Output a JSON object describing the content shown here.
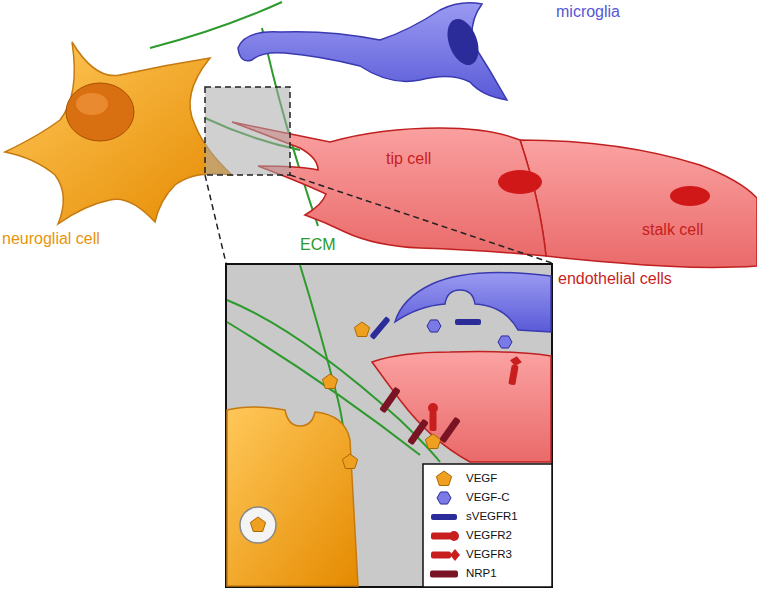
{
  "diagram": {
    "nodes": [
      {
        "text": [
          "neuroglial cell"
        ]
      },
      {
        "text": [
          "microglia"
        ]
      },
      {
        "text": [
          "tip cell"
        ]
      },
      {
        "text": [
          "stalk cell"
        ]
      }
    ],
    "labels": [
      "ECM",
      "endothelial cells"
    ],
    "legend": [
      {
        "text": "VEGF"
      },
      {
        "text": "VEGF-C"
      },
      {
        "text": "sVEGFR1"
      },
      {
        "text": "VEGFR2"
      },
      {
        "text": "VEGFR3"
      },
      {
        "text": "NRP1"
      }
    ]
  }
}
